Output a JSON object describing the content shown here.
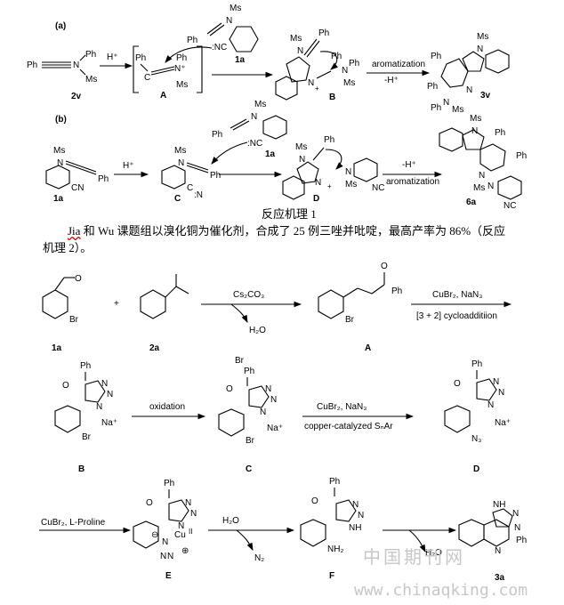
{
  "scheme1": {
    "part_a": "(a)",
    "part_b": "(b)",
    "ms": "Ms",
    "ph": "Ph",
    "h_plus": "H⁺",
    "isonitrile": ":NC",
    "isonitrile_b": ":N",
    "c_atom": "C",
    "n_plus": "N⁺",
    "aromatization": "aromatization",
    "minus_h": "-H⁺",
    "labels_a": [
      "2v",
      "A",
      "1a",
      "B",
      "3v"
    ],
    "labels_b": [
      "1a",
      "C",
      "1a",
      "D",
      "6a"
    ],
    "nc": "NC",
    "cn": "CN",
    "n": "N"
  },
  "caption": "反应机理 1",
  "paragraph": {
    "author_1": "Jia",
    "line1_rest": " 和 Wu 课题组以溴化铜为催化剂，合成了 25 例三唑并吡啶，最高产率为 86%（反应",
    "line2": "机理 2）。"
  },
  "scheme2": {
    "cs2co3": "Cs₂CO₃",
    "h2o": "H₂O",
    "cubr2_nan3": "CuBr₂, NaN₃",
    "cycloaddition": "[3 + 2] cycloadditiion",
    "oxidation": "oxidation",
    "cu_snar": "copper-catalyzed SₙAr",
    "cubr2_pro": "CuBr₂, L-Proline",
    "n2": "N₂",
    "o": "O",
    "br": "Br",
    "na_plus": "Na⁺",
    "n3": "N₃",
    "nh2": "NH₂",
    "cu": "Cu",
    "cu_ox": "II",
    "nh": "NH",
    "ph": "Ph",
    "n": "N",
    "plus": "+",
    "minus": "⊖",
    "plus_circle": "⊕",
    "labels": [
      "1a",
      "2a",
      "A",
      "B",
      "C",
      "D",
      "E",
      "F",
      "3a"
    ]
  },
  "watermark": {
    "cn": "中国期刊网",
    "url": "www.chinaqking.com"
  }
}
